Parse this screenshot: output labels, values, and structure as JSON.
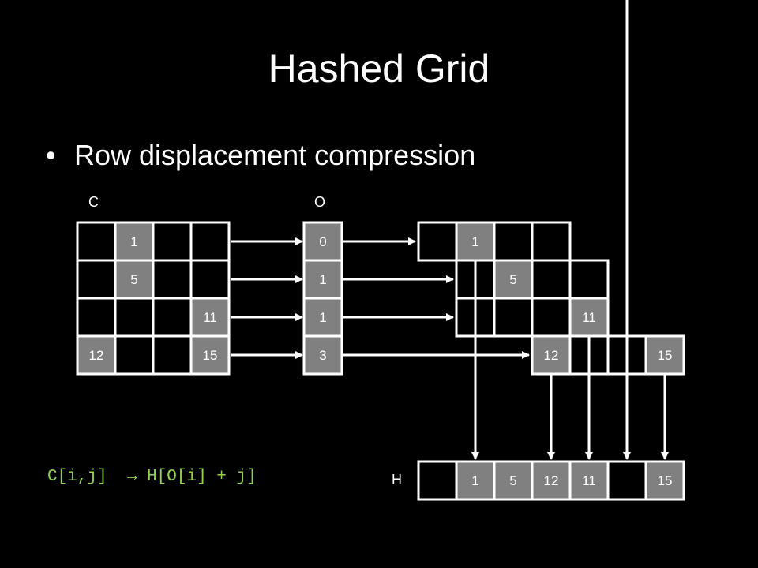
{
  "title": "Hashed Grid",
  "bullet": "Row displacement compression",
  "labels": {
    "c": "C",
    "o": "O",
    "h": "H"
  },
  "formula": {
    "left": "C[i,j]",
    "arrow": "→",
    "right": "H[O[i] + j]"
  },
  "colors": {
    "background": "#000000",
    "cell_fill": "#808080",
    "stroke": "#ffffff",
    "formula": "#92d050"
  },
  "grid_c": [
    [
      "",
      "1",
      "",
      ""
    ],
    [
      "",
      "5",
      "",
      ""
    ],
    [
      "",
      "",
      "",
      "11"
    ],
    [
      "12",
      "",
      "",
      "15"
    ]
  ],
  "offsets": [
    "0",
    "1",
    "1",
    "3"
  ],
  "hash_table": [
    "",
    "1",
    "5",
    "12",
    "11",
    "",
    "15"
  ],
  "h_sources": [
    1,
    5,
    3,
    4,
    6
  ]
}
